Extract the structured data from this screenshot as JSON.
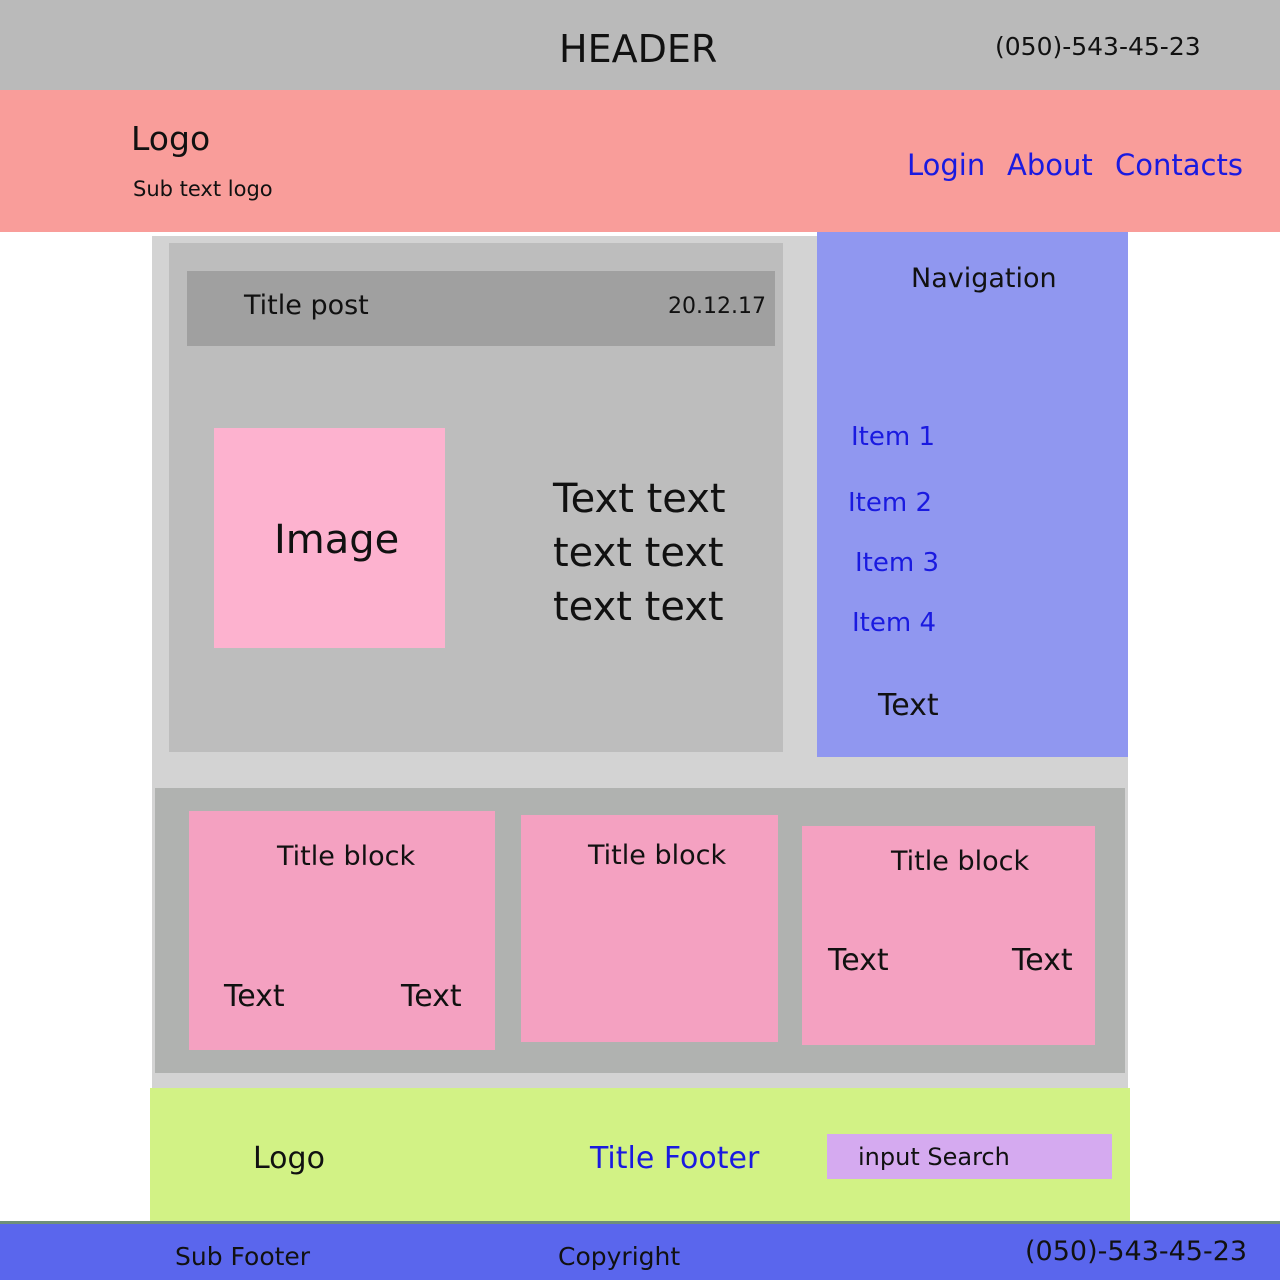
{
  "header": {
    "title": "HEADER",
    "phone": "(050)-543-45-23"
  },
  "brand_bar": {
    "logo": "Logo",
    "sub_text": "Sub text logo",
    "nav": [
      "Login",
      "About",
      "Contacts"
    ]
  },
  "post": {
    "title": "Title post",
    "date": "20.12.17",
    "image_label": "Image",
    "body": "Text text text text text text"
  },
  "navigation": {
    "title": "Navigation",
    "items": [
      "Item 1",
      "Item 2",
      "Item 3",
      "Item 4"
    ],
    "text": "Text"
  },
  "blocks": [
    {
      "title": "Title block",
      "texts": [
        "Text",
        "Text"
      ]
    },
    {
      "title": "Title block",
      "texts": []
    },
    {
      "title": "Title block",
      "texts": [
        "Text",
        "Text"
      ]
    }
  ],
  "footer": {
    "logo": "Logo",
    "title": "Title Footer",
    "search_placeholder": "input Search"
  },
  "sub_footer": {
    "label": "Sub Footer",
    "copyright": "Copyright",
    "phone": "(050)-543-45-23"
  },
  "colors": {
    "header_bg": "#bababa",
    "brand_bar_bg": "#f99d9a",
    "content_bg": "#d3d3d3",
    "post_panel_bg": "#bdbdbd",
    "post_title_bar_bg": "#a0a0a0",
    "image_placeholder_bg": "#fdb2cf",
    "nav_panel_bg": "#9097f0",
    "blocks_row_bg": "#b0b2b0",
    "block_bg": "#f4a1c1",
    "footer_bg": "#d2f285",
    "search_bg": "#d5aaf0",
    "sub_footer_bg": "#5a66ed",
    "link_color": "#1a1ae0"
  }
}
